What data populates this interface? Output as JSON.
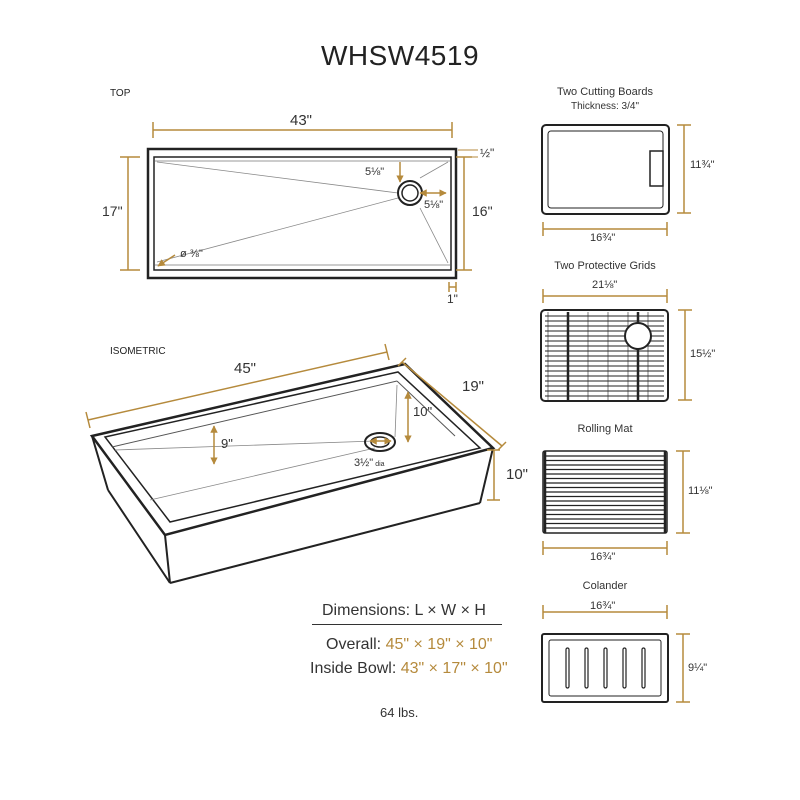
{
  "title": "WHSW4519",
  "colors": {
    "accent": "#b58a3c",
    "line": "#222222",
    "thin": "#777777"
  },
  "top_view": {
    "label": "TOP",
    "length": "43\"",
    "width_outer": "17\"",
    "width_inner": "16\"",
    "lip": "½\"",
    "flange": "1\"",
    "drain_offset_v": "5⅛\"",
    "drain_offset_h": "5⅛\"",
    "corner_radius": "ø ⅜\""
  },
  "iso_view": {
    "label": "ISOMETRIC",
    "length": "45\"",
    "width": "19\"",
    "depth_outer": "10\"",
    "depth_back": "10\"",
    "depth_front": "9\"",
    "drain": "3½\"",
    "drain_unit": "dia"
  },
  "accessories": {
    "cutting_boards": {
      "title": "Two Cutting Boards",
      "subtitle": "Thickness: 3/4\"",
      "width": "16¾\"",
      "height": "11¾\""
    },
    "protective_grids": {
      "title": "Two Protective Grids",
      "width": "21⅛\"",
      "height": "15½\""
    },
    "rolling_mat": {
      "title": "Rolling Mat",
      "width": "16¾\"",
      "height": "11⅛\""
    },
    "colander": {
      "title": "Colander",
      "width": "16¾\"",
      "height": "9¼\""
    }
  },
  "summary": {
    "heading": "Dimensions: L × W × H",
    "overall_label": "Overall:",
    "overall_value": "45\" × 19\" × 10\"",
    "inside_label": "Inside Bowl:",
    "inside_value": "43\" × 17\" × 10\"",
    "weight": "64 lbs."
  }
}
